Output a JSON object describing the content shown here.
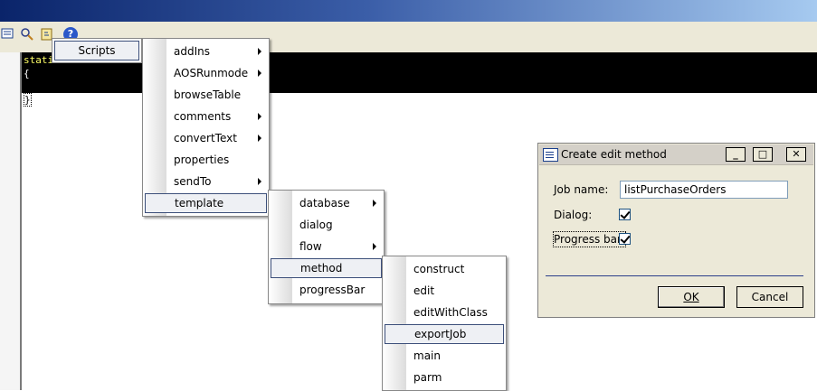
{
  "editor": {
    "code_line1": "static",
    "code_line2": "{",
    "code_line3": "}"
  },
  "toolbar": {
    "icons": [
      "list-icon",
      "find-icon",
      "script-icon",
      "help-icon"
    ],
    "help_glyph": "?"
  },
  "context_menu": {
    "root_label": "Scripts",
    "level1": [
      "addIns",
      "AOSRunmode",
      "browseTable",
      "comments",
      "convertText",
      "properties",
      "sendTo",
      "template"
    ],
    "level2": [
      "database",
      "dialog",
      "flow",
      "method",
      "progressBar"
    ],
    "level3": [
      "construct",
      "edit",
      "editWithClass",
      "exportJob",
      "main",
      "parm"
    ]
  },
  "dialog": {
    "title": "Create edit method",
    "minimize_glyph": "_",
    "maximize_glyph": "□",
    "close_glyph": "✕",
    "job_name_label": "Job name:",
    "job_name_value": "listPurchaseOrders",
    "dialog_label": "Dialog:",
    "dialog_checked": true,
    "progress_label": "Progress bar:",
    "progress_checked": true,
    "ok_label": "OK",
    "cancel_label": "Cancel"
  },
  "colors": {
    "title_gradient_start": "#0a246a",
    "title_gradient_end": "#a6caf0",
    "code_text": "#ffff66",
    "dialog_face": "#ece9d8",
    "menu_selection_border": "#3c4f7a"
  }
}
